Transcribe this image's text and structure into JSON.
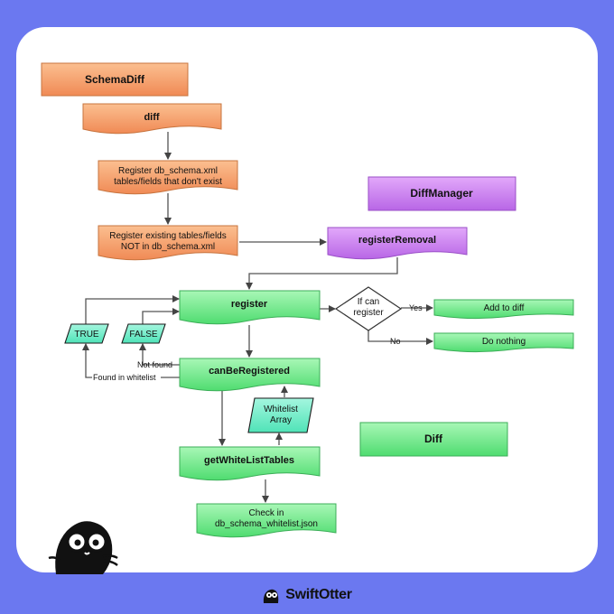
{
  "nodes": {
    "schema_diff": "SchemaDiff",
    "diff_fn": "diff",
    "register_db_schema": [
      "Register db_schema.xml",
      "tables/fields that don't exist"
    ],
    "register_existing": [
      "Register existing tables/fields",
      "NOT in db_schema.xml"
    ],
    "diff_manager": "DiffManager",
    "register_removal": "registerRemoval",
    "register": "register",
    "if_can_register": [
      "If can",
      "register"
    ],
    "add_to_diff": "Add to diff",
    "do_nothing": "Do nothing",
    "true_label": "TRUE",
    "false_label": "FALSE",
    "can_be_registered": "canBeRegistered",
    "whitelist_array": [
      "Whitelist",
      "Array"
    ],
    "get_whitelist_tables": "getWhiteListTables",
    "check_in": [
      "Check in",
      "db_schema_whitelist.json"
    ],
    "diff_box": "Diff"
  },
  "edge_labels": {
    "yes": "Yes",
    "no": "No",
    "not_found": "Not found",
    "found_in_whitelist": "Found in whitelist"
  },
  "brand": "SwiftOtter",
  "colors": {
    "background": "#6b78f0",
    "orange": "#f5a06a",
    "purple": "#c77bee",
    "green": "#6ee88a",
    "teal": "#66e8c4"
  }
}
